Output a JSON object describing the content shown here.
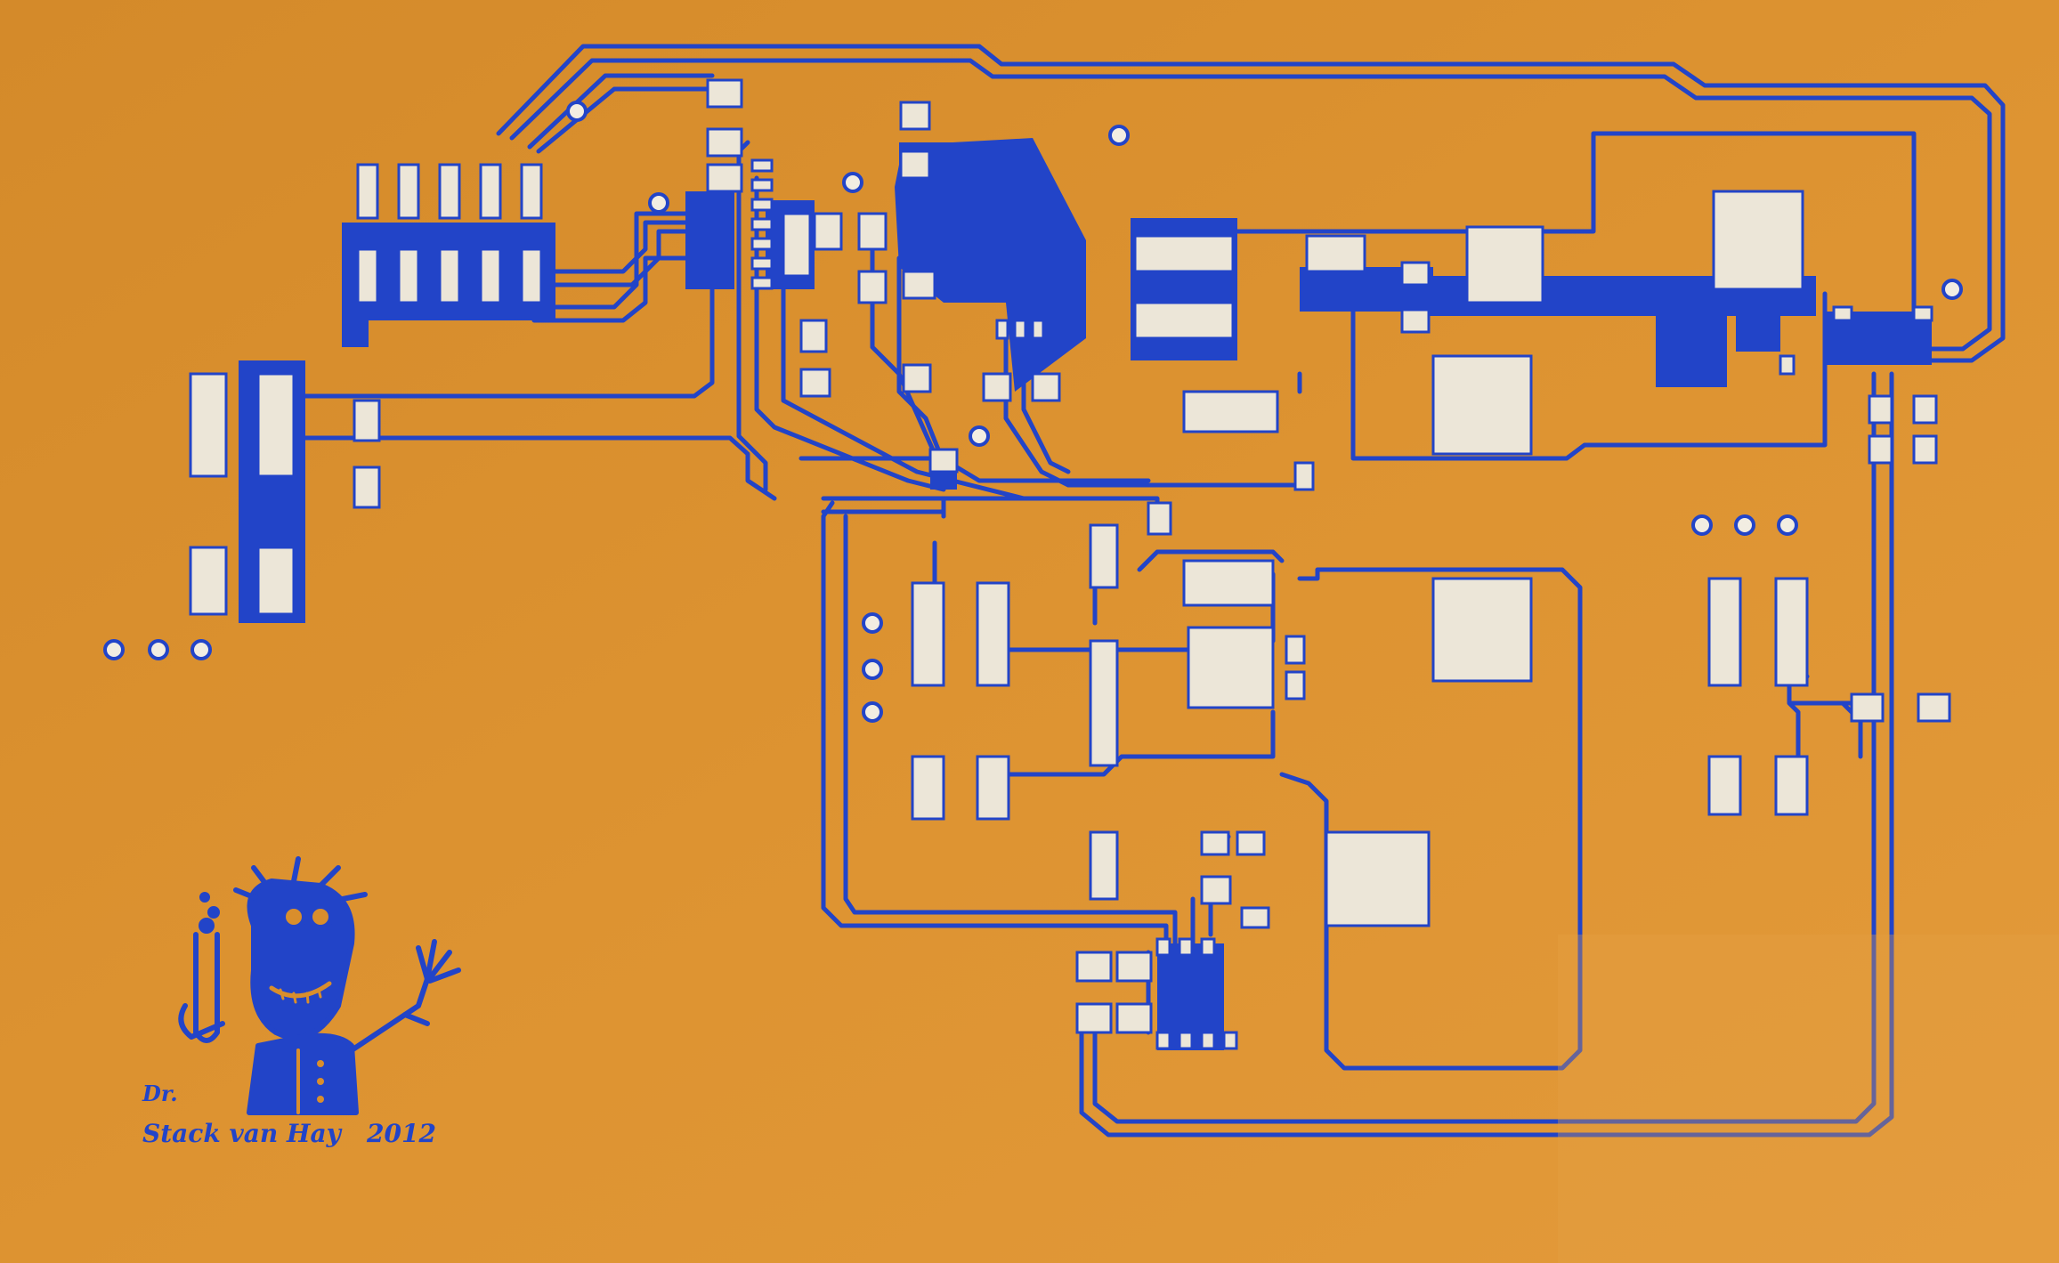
{
  "board": {
    "substrate_color": "#d98e2c",
    "copper_color": "#2244c8",
    "pad_color": "#ece6d8",
    "hole_color": "#f2ede2"
  },
  "signature": {
    "line1": "Dr.",
    "line2": "Stack van Hay",
    "year": "2012",
    "logo_icon": "mad-scientist-logo"
  }
}
